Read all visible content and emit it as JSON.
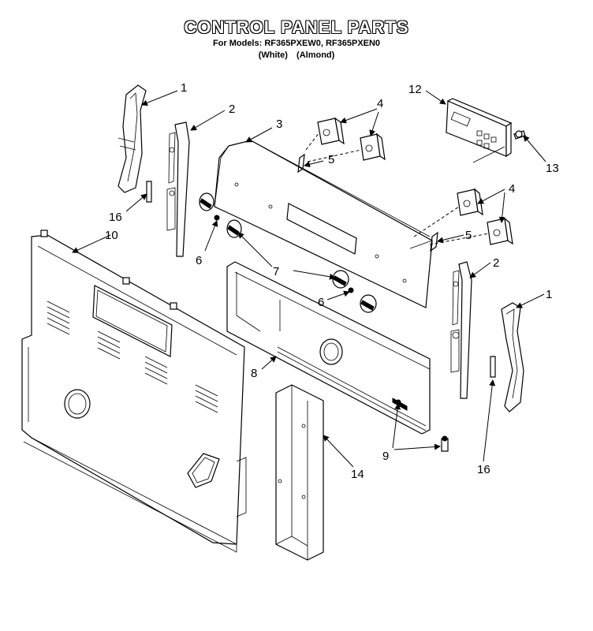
{
  "title": "CONTROL PANEL PARTS",
  "models_line": "For Models: RF365PXEW0, RF365PXEN0",
  "color_white": "(White)",
  "color_almond": "(Almond)",
  "callouts": {
    "c1_top": "1",
    "c1_right": "1",
    "c2_left": "2",
    "c2_right": "2",
    "c3": "3",
    "c4_top": "4",
    "c4_right": "4",
    "c5_top": "5",
    "c5_right": "5",
    "c6_left": "6",
    "c6_mid": "6",
    "c7": "7",
    "c8": "8",
    "c9": "9",
    "c10": "10",
    "c12": "12",
    "c13": "13",
    "c14": "14",
    "c16_left": "16",
    "c16_right": "16"
  }
}
